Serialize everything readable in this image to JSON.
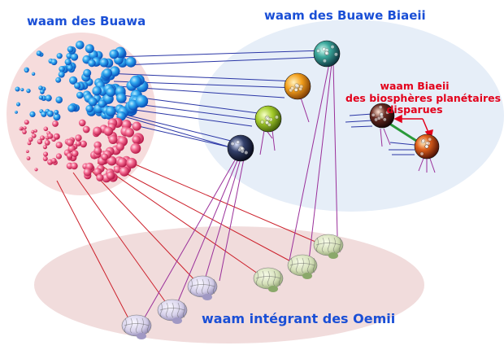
{
  "labels": {
    "buawa": "waam des Buawa",
    "buawe_biaeii": "waam des Buawe Biaeii",
    "oemii": "waam intégrant des Oemii",
    "disparues_line1": "waam Biaeii",
    "disparues_line2": "des biosphères planétaires",
    "disparues_line3": "disparues"
  },
  "colors": {
    "buawa_region": "#f6dcdc",
    "biaeii_region": "#e6eef8",
    "oemii_region": "#f1dcdc",
    "blue_link": "#2a36a6",
    "red_link": "#cc1f2a",
    "purple_link": "#9a2f9a",
    "green_link": "#2a9a3a",
    "label_blue": "#1a4fd6",
    "label_red": "#e3001b"
  },
  "icons": {
    "blue_spheres": "sphere-cluster-blue",
    "pink_spheres": "sphere-cluster-pink",
    "biaeii_spheres": "textured-sphere-icon",
    "brains": "brain-icon"
  }
}
